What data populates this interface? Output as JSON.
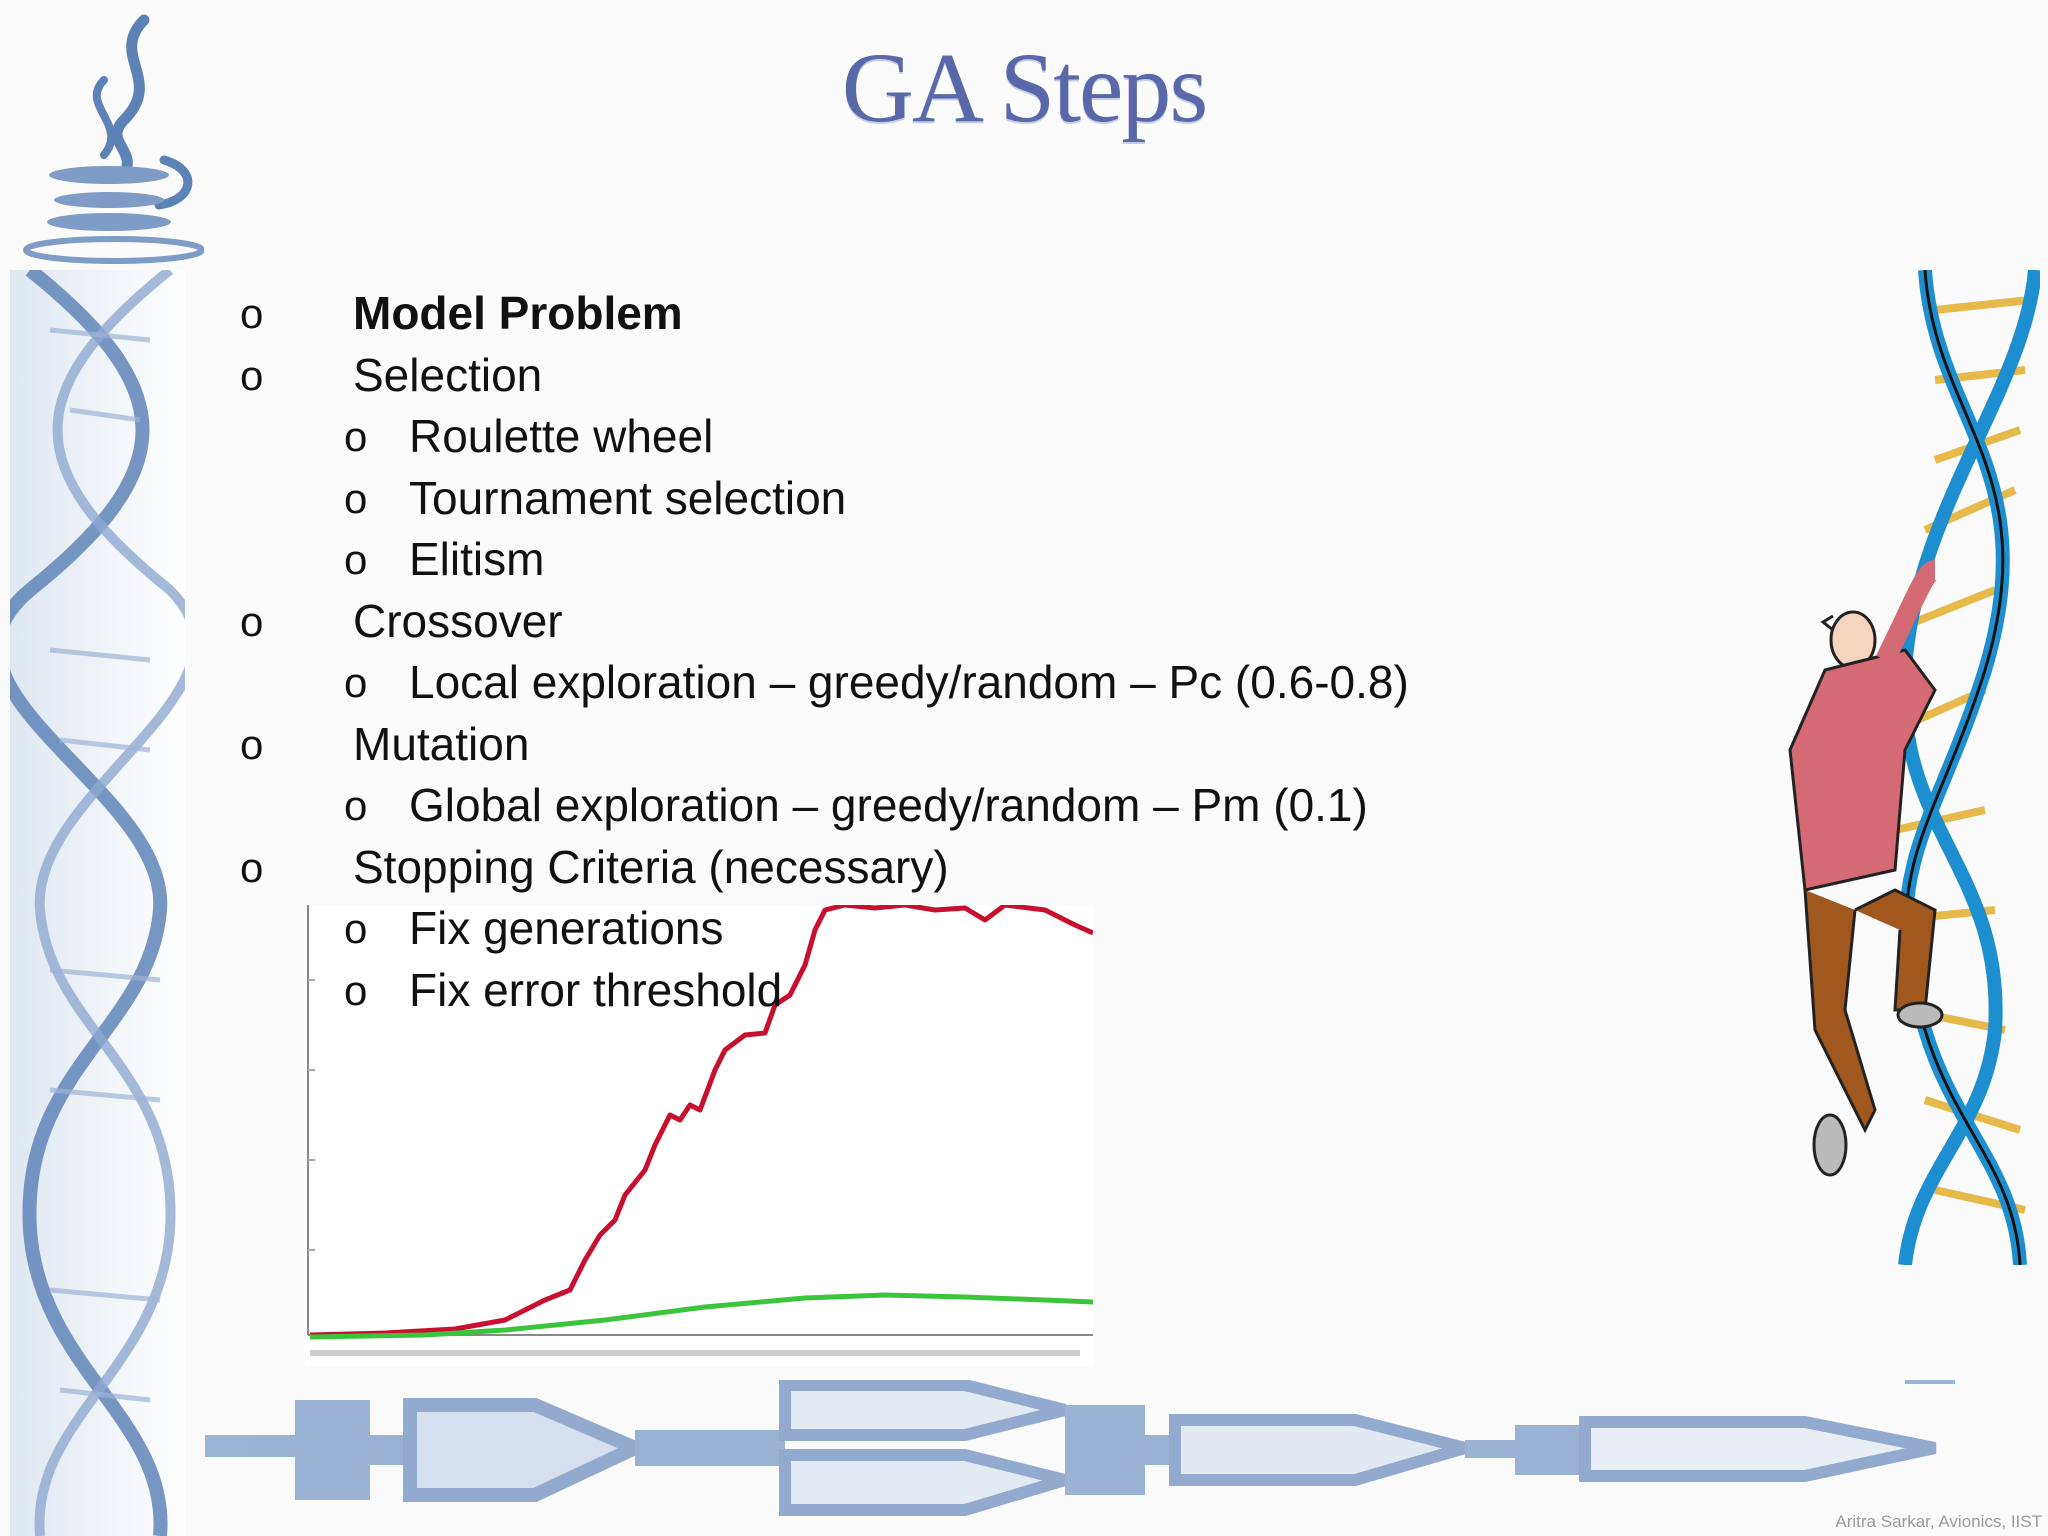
{
  "slide": {
    "title": "GA Steps",
    "footer": "Aritra Sarkar, Avionics, IIST"
  },
  "bullets": [
    {
      "level": 1,
      "text": "Model Problem",
      "bold": true
    },
    {
      "level": 1,
      "text": "Selection"
    },
    {
      "level": 2,
      "text": "Roulette wheel"
    },
    {
      "level": 2,
      "text": "Tournament selection"
    },
    {
      "level": 2,
      "text": "Elitism"
    },
    {
      "level": 1,
      "text": "Crossover"
    },
    {
      "level": 2,
      "text": "Local exploration – greedy/random – Pc (0.6-0.8)"
    },
    {
      "level": 1,
      "text": "Mutation"
    },
    {
      "level": 2,
      "text": "Global exploration – greedy/random – Pm (0.1)"
    },
    {
      "level": 1,
      "text": "Stopping Criteria (necessary)"
    },
    {
      "level": 2,
      "text": "Fix generations"
    },
    {
      "level": 2,
      "text": "Fix error threshold"
    }
  ],
  "bullet_marker": "o",
  "colors": {
    "title": "#5868a8",
    "dna_blue": "#6f8fbd",
    "plot_red": "#c8102e",
    "plot_green": "#3cc43c"
  },
  "images": [
    "java-logo",
    "dna-helix-left",
    "man-climbing-dna",
    "pipeline-diagram",
    "fitness-plot"
  ]
}
